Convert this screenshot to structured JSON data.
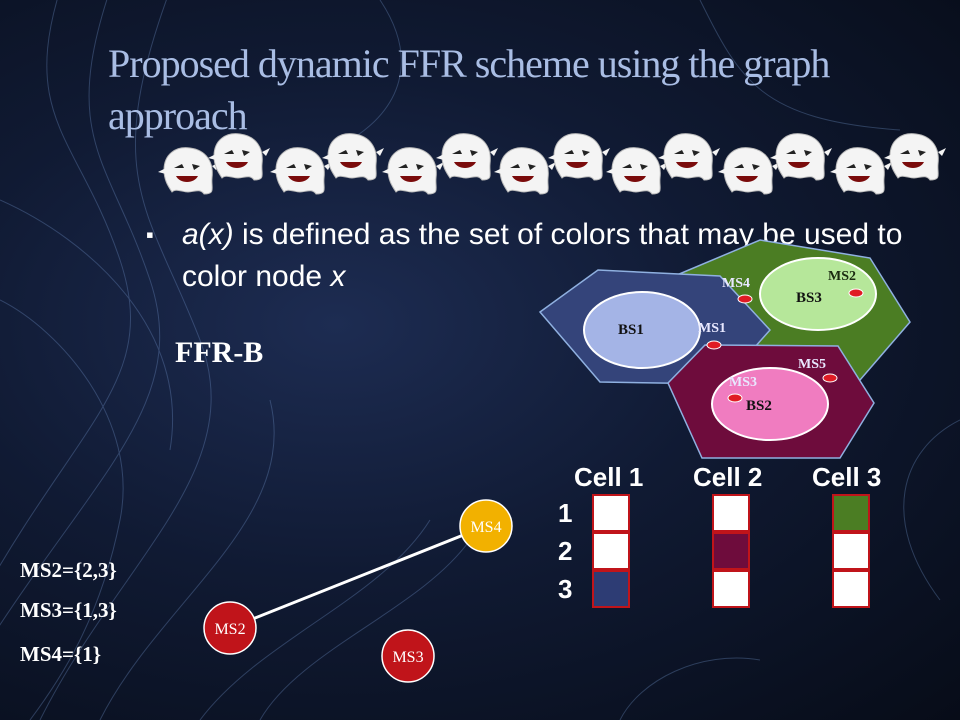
{
  "slide": {
    "title": "Proposed dynamic FFR scheme using the graph approach",
    "bullet_bold_italic": "a(x)",
    "bullet_text": " is defined as the set of colors that may be used to color node ",
    "bullet_var": "x",
    "scheme_label": "FFR-B"
  },
  "cells": {
    "headers": [
      "Cell 1",
      "Cell 2",
      "Cell 3"
    ],
    "row_numbers": [
      "1",
      "2",
      "3"
    ],
    "colors": {
      "cell1": [
        "#ffffff",
        "#ffffff",
        "#2d3c74"
      ],
      "cell2": [
        "#ffffff",
        "#6e0c3c",
        "#ffffff"
      ],
      "cell3": [
        "#4b7d23",
        "#ffffff",
        "#ffffff"
      ]
    }
  },
  "hexagons": {
    "bs1": {
      "label": "BS1",
      "fill": "#34447a"
    },
    "bs2": {
      "label": "BS2",
      "fill": "#6e0c3c"
    },
    "bs3": {
      "label": "BS3",
      "fill": "#4b7d23"
    },
    "ms_labels": {
      "ms1": "MS1",
      "ms2": "MS2",
      "ms3": "MS3",
      "ms4": "MS4",
      "ms5": "MS5"
    }
  },
  "graph": {
    "nodes": {
      "ms4": "MS4",
      "ms2": "MS2",
      "ms3": "MS3"
    },
    "node_colors": {
      "ms4": "#f2b100",
      "ms2": "#c0141a",
      "ms3": "#c0141a"
    }
  },
  "color_sets": [
    "MS2={2,3}",
    "MS3={1,3}",
    "MS4={1}"
  ],
  "decoration": {
    "ghost_icon_count": 14
  }
}
